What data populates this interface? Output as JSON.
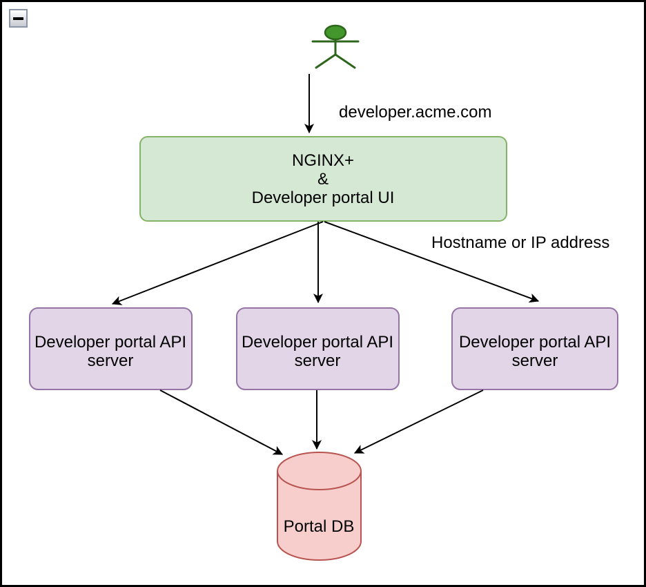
{
  "window": {
    "controls": {
      "collapse_icon": "minus"
    }
  },
  "colors": {
    "canvas_border": "#000000",
    "arrow": "#000000",
    "actor_fill": "#43962b",
    "actor_stroke": "#2d661b",
    "nginx_fill": "#d5e8d4",
    "nginx_stroke": "#82b366",
    "api_fill": "#e1d5e7",
    "api_stroke": "#9673a6",
    "db_fill": "#f8cecc",
    "db_stroke": "#b85450"
  },
  "diagram": {
    "edges": {
      "user_to_nginx_label": "developer.acme.com",
      "nginx_to_servers_label": "Hostname or IP address"
    },
    "nginx": {
      "lines": [
        "NGINX+",
        "&",
        "Developer portal UI"
      ]
    },
    "api_servers": [
      {
        "lines": [
          "Developer portal API",
          "server"
        ]
      },
      {
        "lines": [
          "Developer portal API",
          "server"
        ]
      },
      {
        "lines": [
          "Developer portal API",
          "server"
        ]
      }
    ],
    "database": {
      "label": "Portal DB"
    }
  }
}
